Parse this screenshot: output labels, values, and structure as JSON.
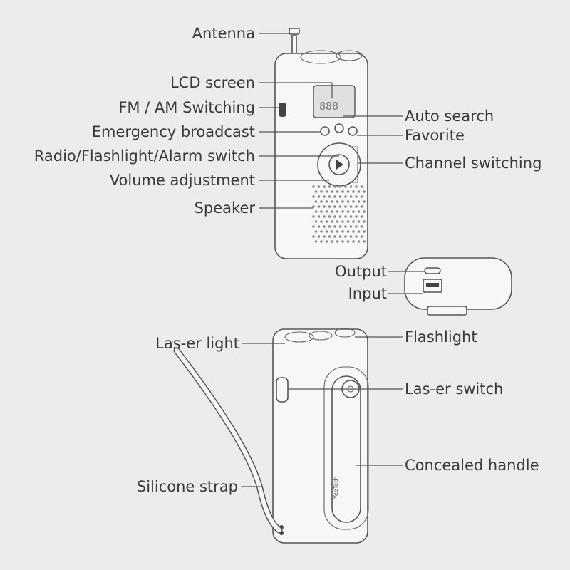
{
  "labels": {
    "antenna": "Antenna",
    "lcd_screen": "LCD screen",
    "fm_am_switching": "FM / AM Switching",
    "emergency_broadcast": "Emergency broadcast",
    "mode_switch": "Radio/Flashlight/Alarm switch",
    "volume_adjustment": "Volume adjustment",
    "speaker": "Speaker",
    "auto_search": "Auto search",
    "favorite": "Favorite",
    "channel_switching": "Channel switching",
    "output": "Output",
    "input": "Input",
    "laser_light": "Las-er light",
    "flashlight": "Flashlight",
    "laser_switch": "Las-er switch",
    "concealed_handle": "Concealed handle",
    "silicone_strap": "Silicone strap"
  },
  "device": {
    "brand_text": "YeeTech",
    "lcd_text": "888"
  }
}
